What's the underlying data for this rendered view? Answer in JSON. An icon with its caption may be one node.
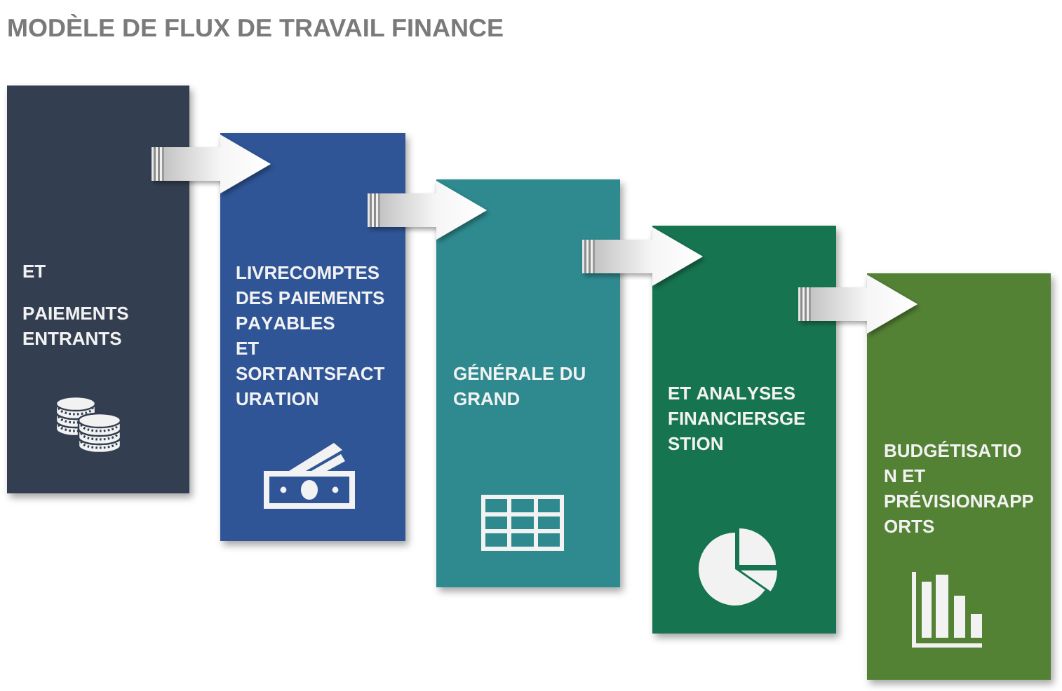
{
  "diagram": {
    "title": "MODÈLE DE FLUX DE TRAVAIL FINANCE",
    "nodes": [
      {
        "text": [
          "ET",
          "PAIEMENTS ENTRANTS"
        ]
      },
      {
        "text": [
          "LIVRECOMPTES DES PAIEMENTS PAYABLES",
          "ET SORTANTSFACTURATION"
        ]
      },
      {
        "text": [
          "GÉNÉRALE DU GRAND"
        ]
      },
      {
        "text": [
          "ET ANALYSES FINANCIERSGESTION"
        ]
      },
      {
        "text": [
          "BUDGÉTISATION ET PRÉVISIONRAPPORTS"
        ]
      }
    ],
    "edges": [
      {
        "from": 0,
        "to": 1,
        "arrow": "to"
      },
      {
        "from": 1,
        "to": 2,
        "arrow": "to"
      },
      {
        "from": 2,
        "to": 3,
        "arrow": "to"
      },
      {
        "from": 3,
        "to": 4,
        "arrow": "to"
      }
    ]
  }
}
